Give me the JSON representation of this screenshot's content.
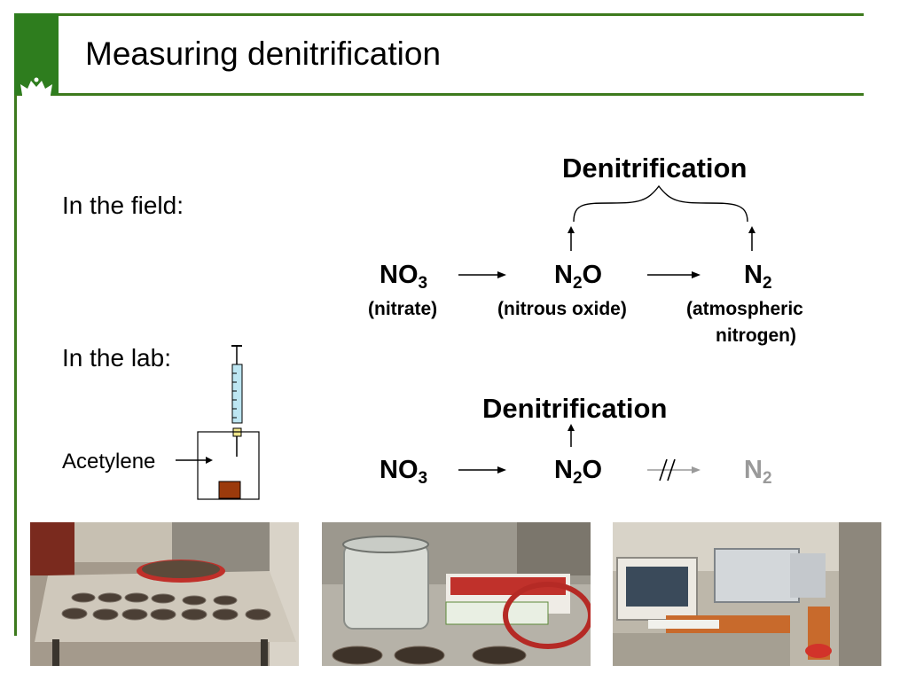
{
  "header": {
    "title": "Measuring denitrification"
  },
  "labels": {
    "field": "In the field:",
    "lab": "In the lab:",
    "acetylene": "Acetylene"
  },
  "field_reaction": {
    "heading": "Denitrification",
    "species": [
      {
        "base": "NO",
        "sub": "3",
        "tail": "",
        "note": "(nitrate)"
      },
      {
        "base": "N",
        "sub": "2",
        "tail": "O",
        "note": "(nitrous oxide)"
      },
      {
        "base": "N",
        "sub": "2",
        "tail": "",
        "note_line1": "(atmospheric",
        "note_line2": "nitrogen)"
      }
    ]
  },
  "lab_reaction": {
    "heading": "Denitrification",
    "species": [
      {
        "base": "NO",
        "sub": "3",
        "tail": ""
      },
      {
        "base": "N",
        "sub": "2",
        "tail": "O"
      },
      {
        "base": "N",
        "sub": "2",
        "tail": ""
      }
    ]
  },
  "colors": {
    "brand_green": "#3d7a1d",
    "blocked_grey": "#9a9a9a"
  },
  "icons": {
    "logo": "crown-icon",
    "syringe": "syringe-icon"
  }
}
